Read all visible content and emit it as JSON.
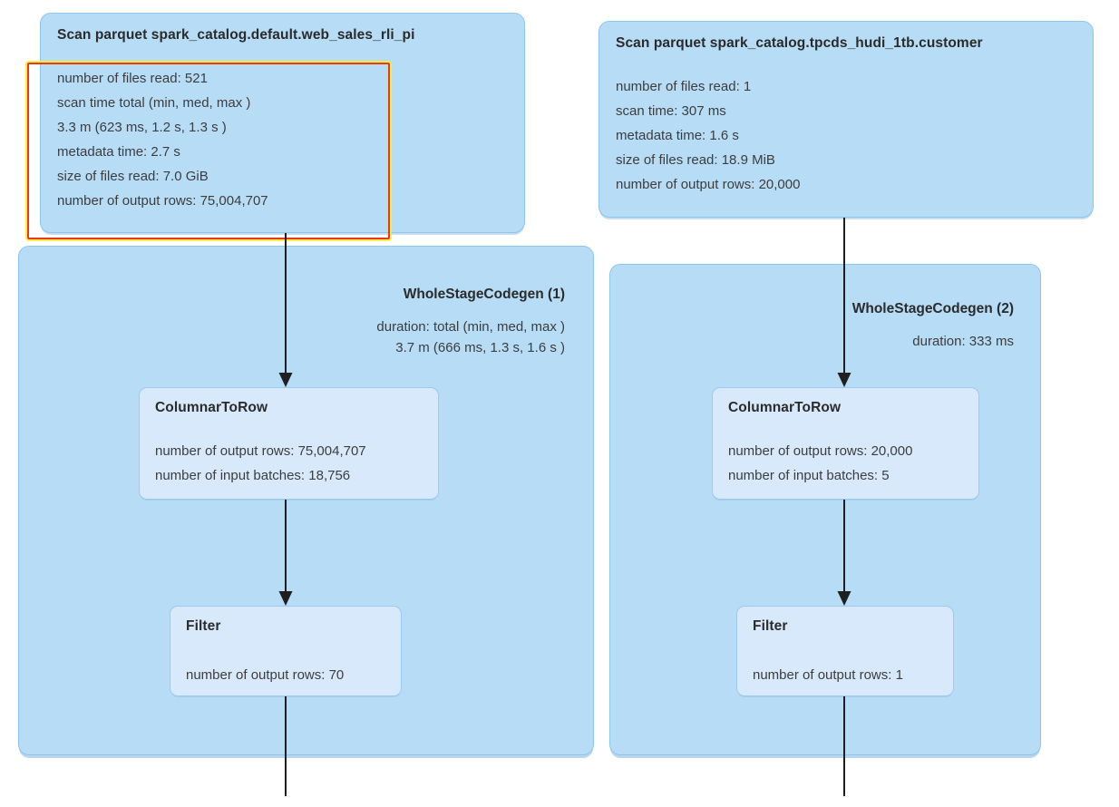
{
  "colors": {
    "cluster_fill": "#b7dcf6",
    "cluster_border": "#8cc5ee",
    "node_fill": "#d8e9fc",
    "node_border": "#9fc8f0",
    "annotation_red": "#e8391f",
    "annotation_yellow": "#f6ed38",
    "text": "#3d3d3d",
    "arrow": "#1f1f1f"
  },
  "left_pipeline": {
    "scan": {
      "title": "Scan parquet spark_catalog.default.web_sales_rli_pi",
      "stats": [
        "number of files read: 521",
        "scan time total (min, med, max )",
        "3.3 m (623 ms, 1.2 s, 1.3 s )",
        "metadata time: 2.7 s",
        "size of files read: 7.0 GiB",
        "number of output rows: 75,004,707"
      ]
    },
    "codegen": {
      "title": "WholeStageCodegen (1)",
      "duration_lines": [
        "duration: total (min, med, max )",
        "3.7 m (666 ms, 1.3 s, 1.6 s )"
      ]
    },
    "columnar_to_row": {
      "title": "ColumnarToRow",
      "stats": [
        "number of output rows: 75,004,707",
        "number of input batches: 18,756"
      ]
    },
    "filter": {
      "title": "Filter",
      "stats": [
        "number of output rows: 70"
      ]
    }
  },
  "right_pipeline": {
    "scan": {
      "title": "Scan parquet spark_catalog.tpcds_hudi_1tb.customer",
      "stats": [
        "number of files read: 1",
        "scan time: 307 ms",
        "metadata time: 1.6 s",
        "size of files read: 18.9 MiB",
        "number of output rows: 20,000"
      ]
    },
    "codegen": {
      "title": "WholeStageCodegen (2)",
      "duration_lines": [
        "duration: 333 ms"
      ]
    },
    "columnar_to_row": {
      "title": "ColumnarToRow",
      "stats": [
        "number of output rows: 20,000",
        "number of input batches: 5"
      ]
    },
    "filter": {
      "title": "Filter",
      "stats": [
        "number of output rows: 1"
      ]
    }
  }
}
